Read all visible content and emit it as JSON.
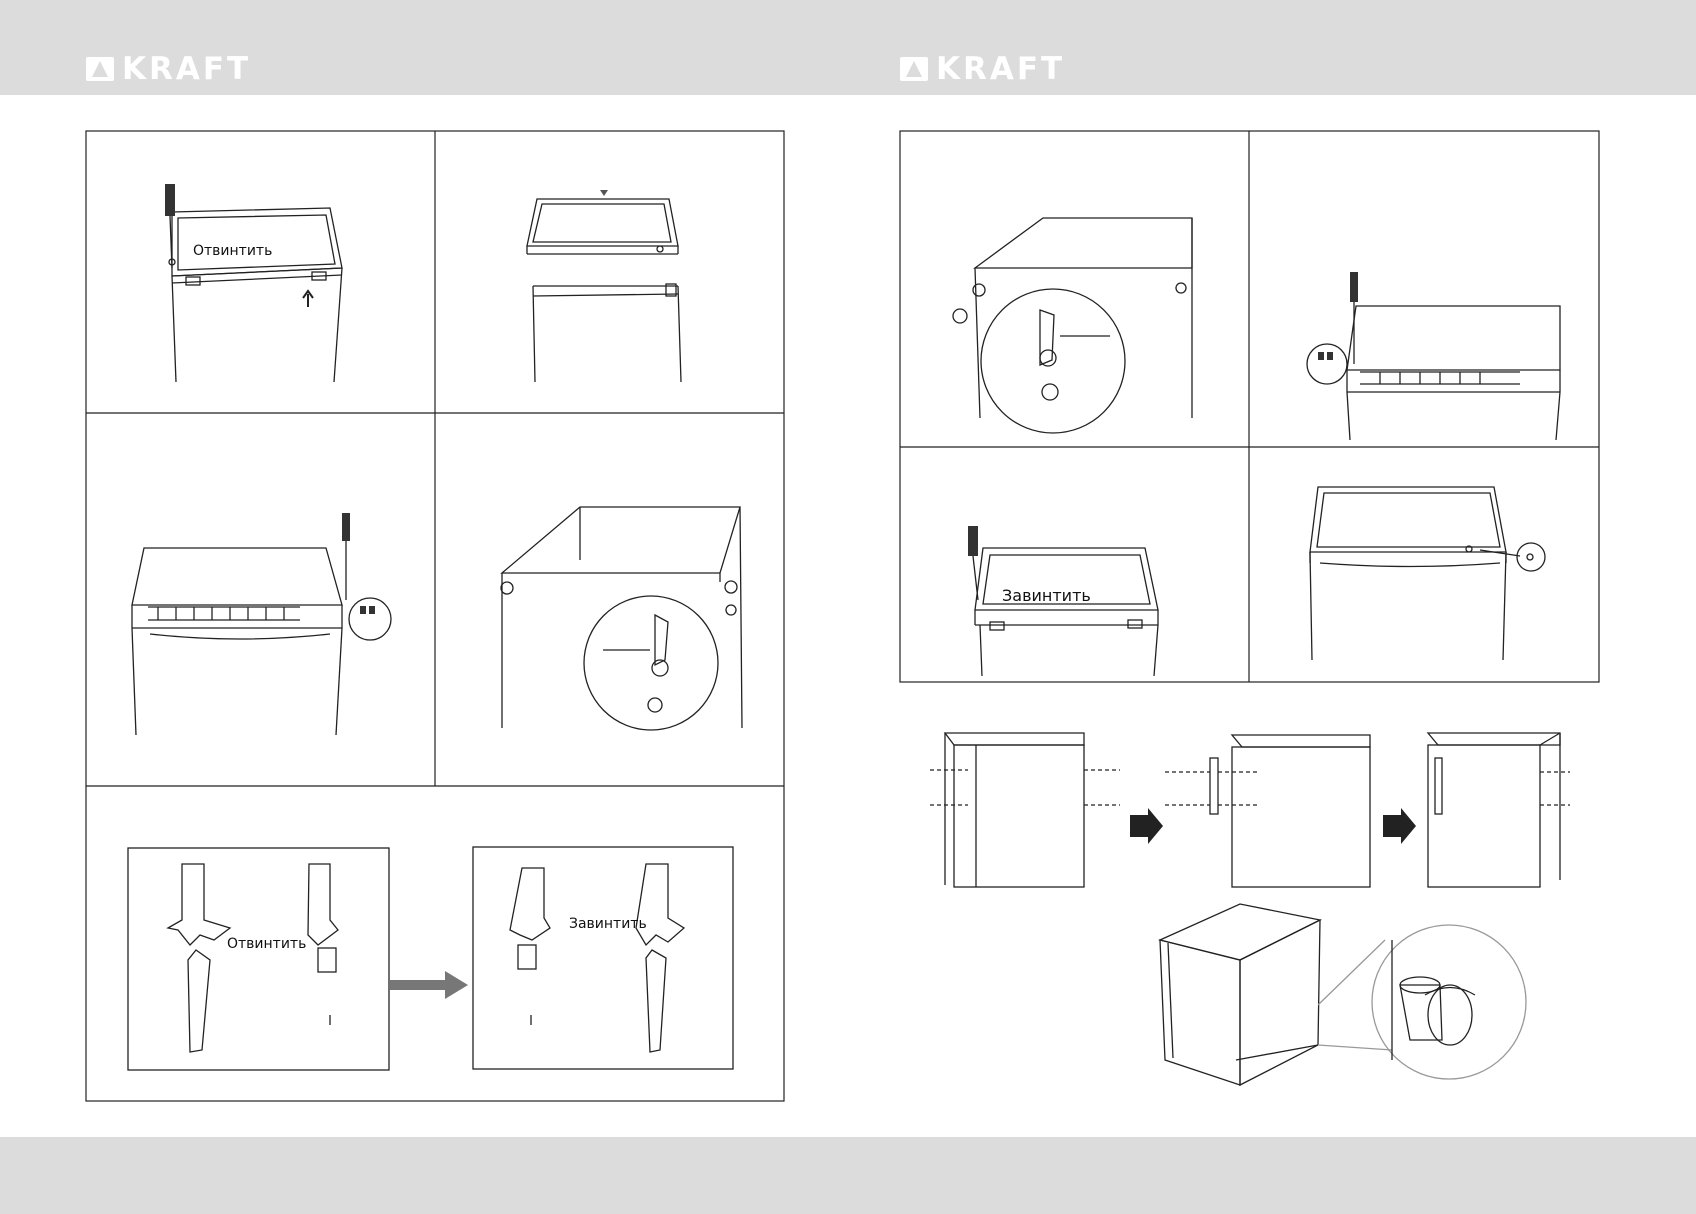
{
  "brand": {
    "left": "KRAFT",
    "right": "KRAFT"
  },
  "labels": {
    "unscrew_top_left": "Отвинтить",
    "unscrew_hinge": "Отвинтить",
    "screw_hinge": "Завинтить",
    "screw_top_right": "Завинтить"
  }
}
